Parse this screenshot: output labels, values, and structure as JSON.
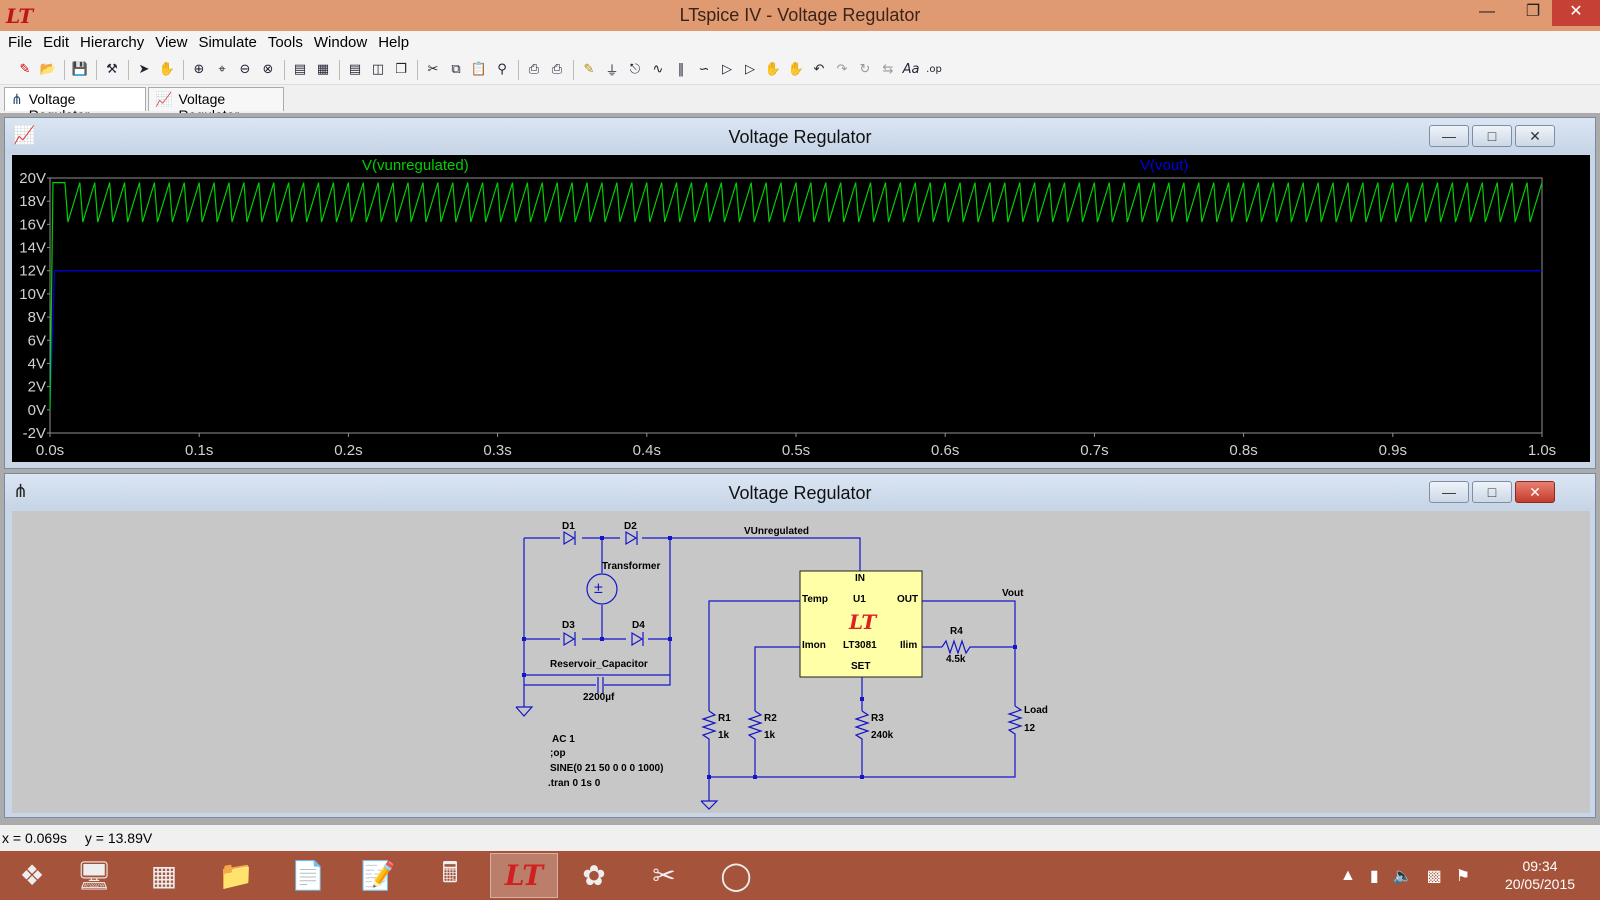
{
  "window": {
    "title": "LTspice IV - Voltage Regulator",
    "min_icon": "minimize-icon",
    "max_icon": "restore-icon",
    "close_icon": "close-icon"
  },
  "menu": [
    "File",
    "Edit",
    "Hierarchy",
    "View",
    "Simulate",
    "Tools",
    "Window",
    "Help"
  ],
  "doc_tabs": [
    {
      "label": "Voltage Regulator",
      "icon": "schematic-icon"
    },
    {
      "label": "Voltage Regulator",
      "icon": "waveform-icon"
    }
  ],
  "plot_window": {
    "title": "Voltage Regulator",
    "traces": [
      {
        "name": "V(vunregulated)",
        "color": "#00d000"
      },
      {
        "name": "V(vout)",
        "color": "#0000e0"
      }
    ]
  },
  "chart_data": {
    "type": "line",
    "xlabel": "",
    "ylabel": "",
    "x_ticks": [
      "0.0s",
      "0.1s",
      "0.2s",
      "0.3s",
      "0.4s",
      "0.5s",
      "0.6s",
      "0.7s",
      "0.8s",
      "0.9s",
      "1.0s"
    ],
    "y_ticks": [
      "20V",
      "18V",
      "16V",
      "14V",
      "12V",
      "10V",
      "8V",
      "6V",
      "4V",
      "2V",
      "0V",
      "-2V"
    ],
    "xlim": [
      0,
      1.0
    ],
    "ylim": [
      -2,
      20
    ],
    "series": [
      {
        "name": "V(vunregulated)",
        "color": "#00d000",
        "min": 16.2,
        "max": 19.6,
        "ripple_cycles": 100
      },
      {
        "name": "V(vout)",
        "color": "#0000e0",
        "value": 12.0
      }
    ],
    "grid": false
  },
  "schematic_window": {
    "title": "Voltage Regulator",
    "labels": {
      "d1": "D1",
      "d2": "D2",
      "d3": "D3",
      "d4": "D4",
      "transformer": "Transformer",
      "reservoir": "Reservoir_Capacitor",
      "cap_value": "2200µf",
      "vunreg": "VUnregulated",
      "vout": "Vout",
      "ic_in": "IN",
      "ic_temp": "Temp",
      "ic_u1": "U1",
      "ic_out": "OUT",
      "ic_imon": "Imon",
      "ic_part": "LT3081",
      "ic_ilim": "Ilim",
      "ic_set": "SET",
      "r1": "R1",
      "r1v": "1k",
      "r2": "R2",
      "r2v": "1k",
      "r3": "R3",
      "r3v": "240k",
      "r4": "R4",
      "r4v": "4.5k",
      "load": "Load",
      "loadv": "12",
      "d_ac": "AC 1",
      "d_op": ";op",
      "d_sine": "SINE(0 21 50 0 0 0 1000)",
      "d_tran": ".tran 0 1s 0"
    }
  },
  "status": {
    "x": "x = 0.069s",
    "y": "y = 13.89V"
  },
  "taskbar": {
    "apps": [
      "windows-start-icon",
      "remote-desktop-icon",
      "firewall-icon",
      "file-explorer-icon",
      "document-icon",
      "notepad-icon",
      "calculator-icon",
      "ltspice-icon",
      "puzzle-icon",
      "snipping-tool-icon",
      "internet-explorer-icon"
    ],
    "time": "09:34",
    "date": "20/05/2015"
  }
}
